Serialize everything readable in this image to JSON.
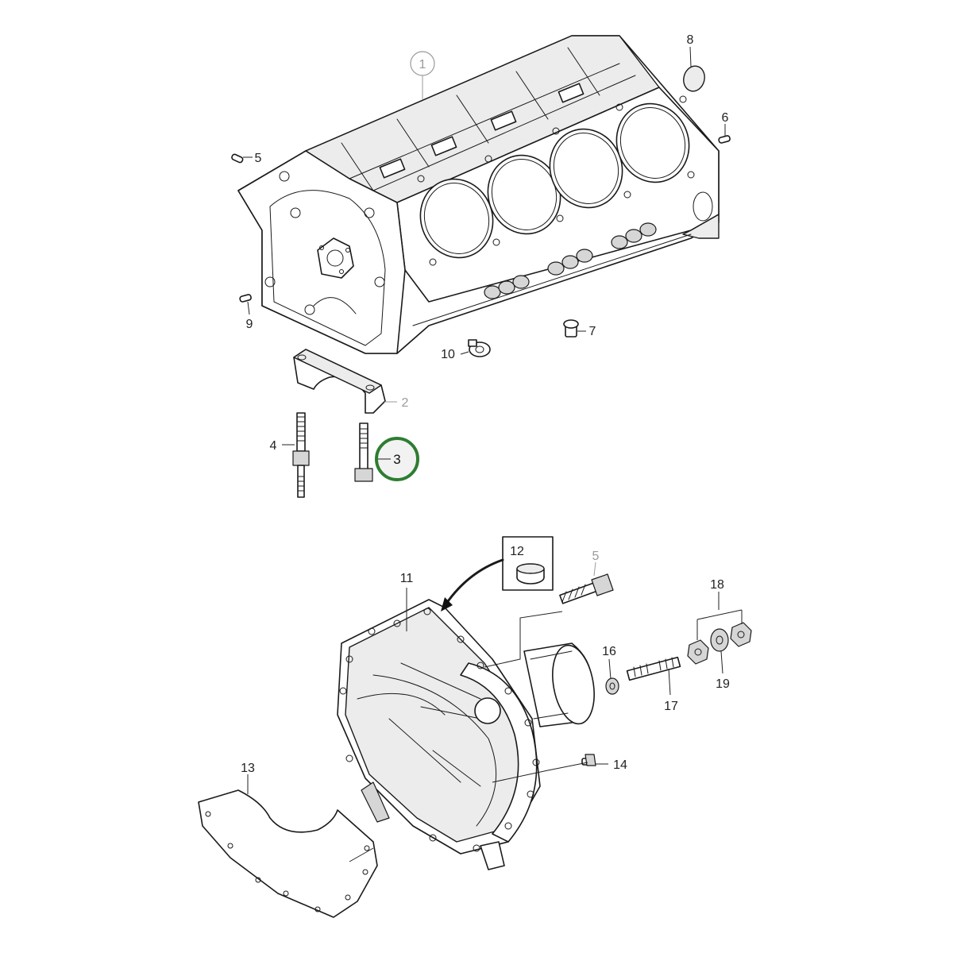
{
  "callouts": {
    "c1": "1",
    "c2": "2",
    "c3": "3",
    "c4": "4",
    "c5_top": "5",
    "c5_bottom": "5",
    "c6": "6",
    "c7": "7",
    "c8": "8",
    "c9": "9",
    "c10": "10",
    "c11": "11",
    "c12": "12",
    "c13": "13",
    "c14": "14",
    "c16": "16",
    "c17": "17",
    "c18": "18",
    "c19": "19"
  },
  "highlight": {
    "callout": "3",
    "ring_color": "#2e7d32"
  },
  "colors": {
    "line": "#1a1a1a",
    "grey_callout": "#9a9a9a"
  }
}
